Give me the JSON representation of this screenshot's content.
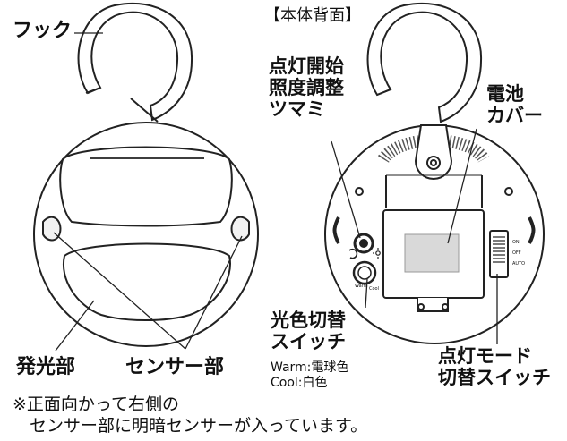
{
  "labels": {
    "hook": "フック",
    "back_title": "【本体背面】",
    "dimmer_knob": "点灯開始\n照度調整\nツマミ",
    "battery_cover": "電池\nカバー",
    "color_switch_title": "光色切替\nスイッチ",
    "color_switch_detail": "Warm:電球色\nCool:白色",
    "mode_switch": "点灯モード\n切替スイッチ",
    "light_part": "発光部",
    "sensor_part": "センサー部",
    "footnote": "※正面向かって右側の\n　センサー部に明暗センサーが入っています。"
  },
  "switch_marks": {
    "on": "ON",
    "off": "OFF",
    "auto": "AUTO",
    "warm": "Warm",
    "cool": "Cool"
  }
}
